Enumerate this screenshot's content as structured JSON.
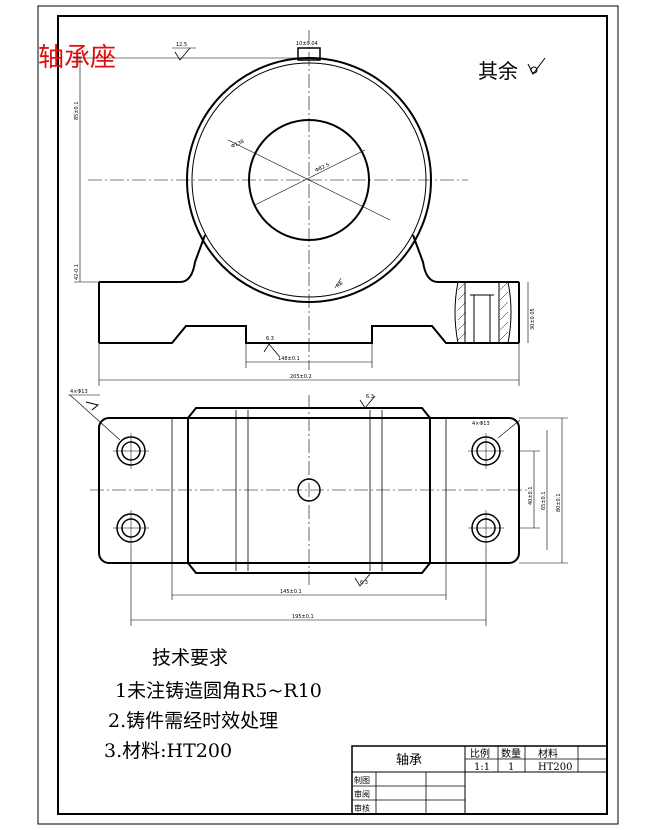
{
  "header": {
    "part_name_red": "轴承座",
    "surface_note_label": "其余"
  },
  "requirements": {
    "heading": "技术要求",
    "items": [
      "1未注铸造圆角R5~R10",
      "2.铸件需经时效处理",
      "3.材料:HT200"
    ]
  },
  "title_block": {
    "part_name": "轴承",
    "scale_label": "比例",
    "qty_label": "数量",
    "material_label": "材料",
    "scale_value": "1:1",
    "qty_value": "1",
    "material_value": "HT200",
    "role_rows": [
      "制图",
      "审阅",
      "审核"
    ]
  },
  "dimensions": {
    "roughness_top_left": "12.5",
    "top_tab": "10±0.04",
    "dia_outer": "Φ138",
    "dia_bore": "Φ82.5",
    "r_small": "R8",
    "height_upper": "85±0.1",
    "height_left": "42-0.1",
    "height_right": "30±0.05",
    "roughness_bottom": "6.3",
    "base_inner": "148±0.1",
    "base_total": "205±0.2",
    "plan_roughness_top": "6.3",
    "hole_left": "4×Φ13",
    "hole_right": "4×Φ13",
    "plan_h1": "40±0.1",
    "plan_h2": "65±0.1",
    "plan_h3": "80±0.1",
    "plan_bottom_roughness": "6.3",
    "plan_w1": "145±0.1",
    "plan_w2": "195±0.1"
  }
}
